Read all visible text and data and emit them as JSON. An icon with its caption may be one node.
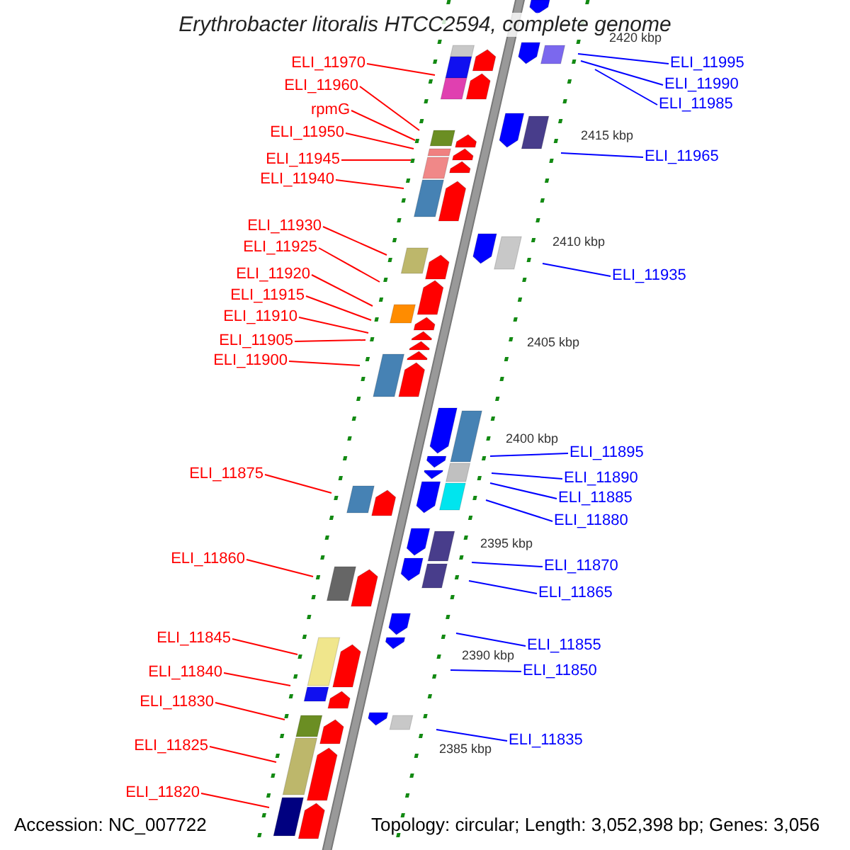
{
  "diagram": {
    "title": "Erythrobacter litoralis HTCC2594, complete genome",
    "nodes": [
      {
        "text": [
          "ELI_11970"
        ]
      },
      {
        "text": [
          "ELI_11995"
        ]
      },
      {
        "text": [
          "ELI_11990"
        ]
      },
      {
        "text": [
          "ELI_11960"
        ]
      },
      {
        "text": [
          "ELI_11985"
        ]
      },
      {
        "text": [
          "rpmG"
        ]
      },
      {
        "text": [
          "ELI_11950"
        ]
      },
      {
        "text": [
          "ELI_11965"
        ]
      },
      {
        "text": [
          "ELI_11945"
        ]
      },
      {
        "text": [
          "ELI_11940"
        ]
      },
      {
        "text": [
          "ELI_11930"
        ]
      },
      {
        "text": [
          "ELI_11925"
        ]
      },
      {
        "text": [
          "ELI_11920"
        ]
      },
      {
        "text": [
          "ELI_11935"
        ]
      },
      {
        "text": [
          "ELI_11915"
        ]
      },
      {
        "text": [
          "ELI_11910"
        ]
      },
      {
        "text": [
          "ELI_11905"
        ]
      },
      {
        "text": [
          "ELI_11900"
        ]
      },
      {
        "text": [
          "ELI_11895"
        ]
      },
      {
        "text": [
          "ELI_11875"
        ]
      },
      {
        "text": [
          "ELI_11890"
        ]
      },
      {
        "text": [
          "ELI_11885"
        ]
      },
      {
        "text": [
          "ELI_11880"
        ]
      },
      {
        "text": [
          "ELI_11870"
        ]
      },
      {
        "text": [
          "ELI_11860"
        ]
      },
      {
        "text": [
          "ELI_11865"
        ]
      },
      {
        "text": [
          "ELI_11855"
        ]
      },
      {
        "text": [
          "ELI_11845"
        ]
      },
      {
        "text": [
          "ELI_11850"
        ]
      },
      {
        "text": [
          "ELI_11840"
        ]
      },
      {
        "text": [
          "ELI_11830"
        ]
      },
      {
        "text": [
          "ELI_11835"
        ]
      },
      {
        "text": [
          "ELI_11825"
        ]
      },
      {
        "text": [
          "ELI_11820"
        ]
      }
    ],
    "edges": [
      {
        "from": 0,
        "to": null,
        "arrow": "none"
      },
      {
        "from": 1,
        "to": null,
        "arrow": "none",
        "color": "#0000ff"
      },
      {
        "from": 2,
        "to": null,
        "arrow": "none",
        "color": "#0000ff"
      },
      {
        "from": 3,
        "to": null,
        "arrow": "none"
      },
      {
        "from": 4,
        "to": null,
        "arrow": "none",
        "color": "#0000ff"
      },
      {
        "from": 5,
        "to": null,
        "arrow": "none"
      },
      {
        "from": 6,
        "to": null,
        "arrow": "none"
      },
      {
        "from": 7,
        "to": null,
        "arrow": "none",
        "color": "#0000ff"
      },
      {
        "from": 8,
        "to": null,
        "arrow": "none"
      },
      {
        "from": 9,
        "to": null,
        "arrow": "none"
      },
      {
        "from": 10,
        "to": null,
        "arrow": "none"
      },
      {
        "from": 11,
        "to": null,
        "arrow": "none"
      },
      {
        "from": 12,
        "to": null,
        "arrow": "none"
      },
      {
        "from": 13,
        "to": null,
        "arrow": "none",
        "color": "#0000ff"
      },
      {
        "from": 14,
        "to": null,
        "arrow": "none"
      },
      {
        "from": 15,
        "to": null,
        "arrow": "none"
      },
      {
        "from": 16,
        "to": null,
        "arrow": "none"
      },
      {
        "from": 17,
        "to": null,
        "arrow": "none"
      },
      {
        "from": 18,
        "to": null,
        "arrow": "none",
        "color": "#0000ff"
      },
      {
        "from": 19,
        "to": null,
        "arrow": "none"
      },
      {
        "from": 20,
        "to": null,
        "arrow": "none",
        "color": "#0000ff"
      },
      {
        "from": 21,
        "to": null,
        "arrow": "none",
        "color": "#0000ff"
      },
      {
        "from": 22,
        "to": null,
        "arrow": "none",
        "color": "#0000ff"
      },
      {
        "from": 23,
        "to": null,
        "arrow": "none",
        "color": "#0000ff"
      },
      {
        "from": 24,
        "to": null,
        "arrow": "none"
      },
      {
        "from": 25,
        "to": null,
        "arrow": "none",
        "color": "#0000ff"
      },
      {
        "from": 26,
        "to": null,
        "arrow": "none",
        "color": "#0000ff"
      },
      {
        "from": 27,
        "to": null,
        "arrow": "none"
      },
      {
        "from": 28,
        "to": null,
        "arrow": "none",
        "color": "#0000ff"
      },
      {
        "from": 29,
        "to": null,
        "arrow": "none"
      },
      {
        "from": 30,
        "to": null,
        "arrow": "none"
      },
      {
        "from": 31,
        "to": null,
        "arrow": "none",
        "color": "#0000ff"
      },
      {
        "from": 32,
        "to": null,
        "arrow": "none"
      },
      {
        "from": 33,
        "to": null,
        "arrow": "none"
      }
    ],
    "labels": [
      "2420 kbp",
      "2415 kbp",
      "2410 kbp",
      "2405 kbp",
      "2400 kbp",
      "2395 kbp",
      "2390 kbp",
      "2385 kbp",
      "Accession: NC_007722",
      "Topology: circular; Length: 3,052,398 bp; Genes: 3,056"
    ]
  }
}
